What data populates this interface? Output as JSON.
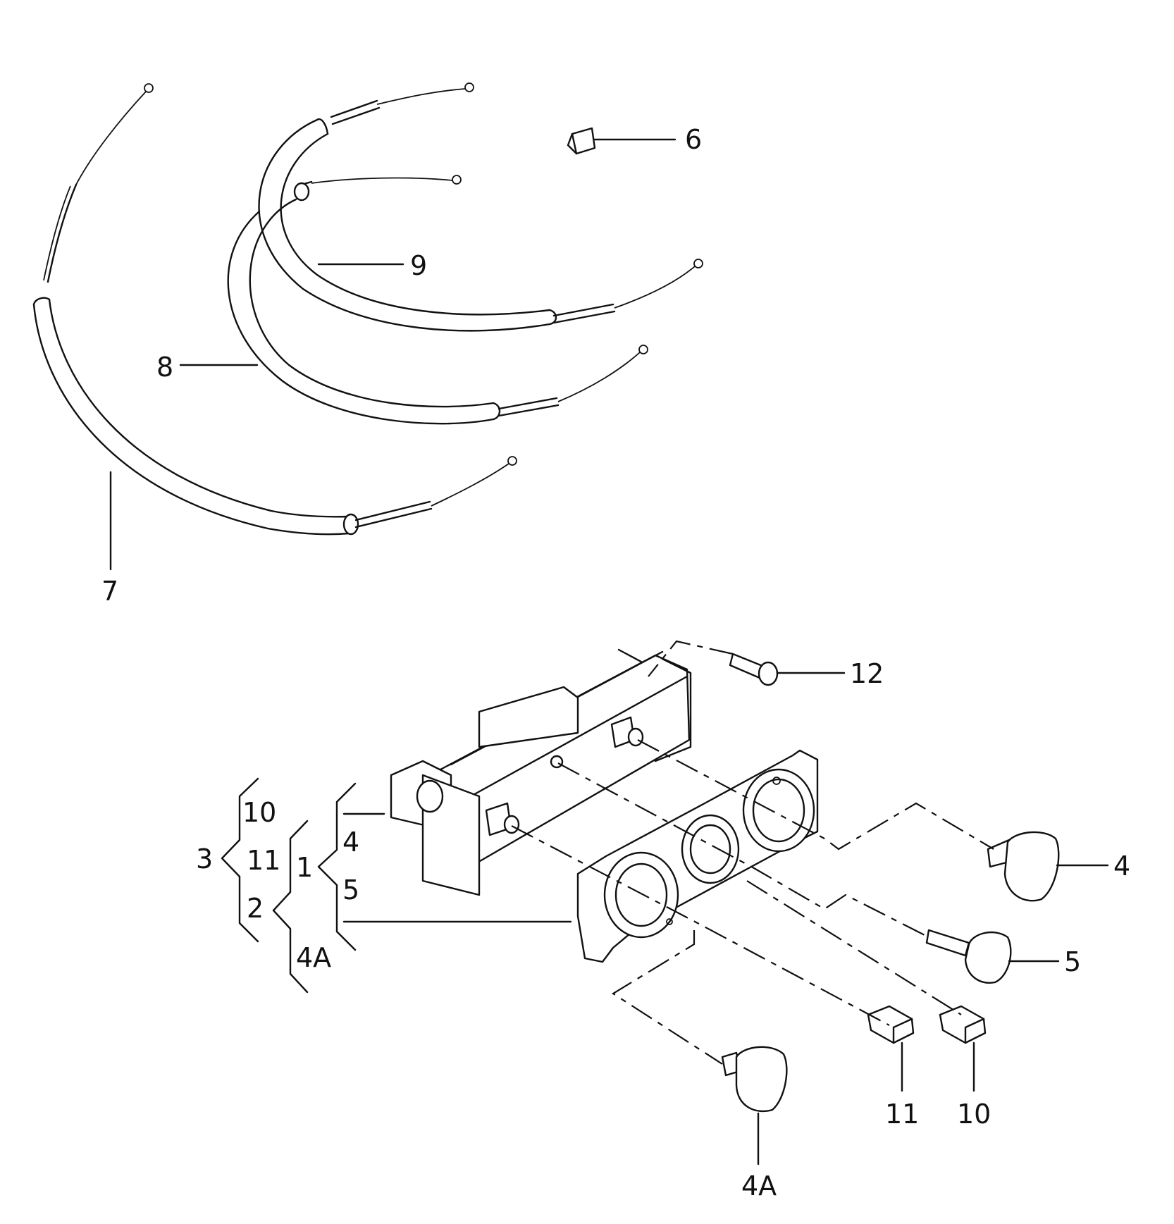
{
  "diagram": {
    "callouts": {
      "c6": "6",
      "c9": "9",
      "c8": "8",
      "c7": "7",
      "c12": "12",
      "c4": "4",
      "c5": "5",
      "c11": "11",
      "c10": "10",
      "c4a": "4A"
    },
    "legend": {
      "g3": "3",
      "g3_10": "10",
      "g3_11": "11",
      "g2": "2",
      "g1": "1",
      "g4a": "4A",
      "g1_4": "4",
      "g1_5": "5"
    }
  }
}
